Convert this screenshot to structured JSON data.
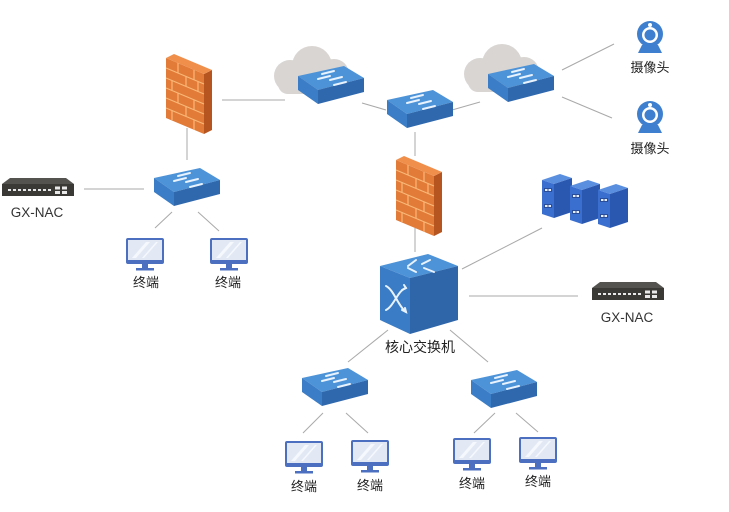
{
  "diagram": {
    "title": "",
    "colors": {
      "switch_top": "#4a8fd4",
      "switch_front": "#3a7cc4",
      "switch_side": "#2f66a8",
      "firewall": "#e07a3a",
      "firewall_mortar": "#f6b070",
      "cloud": "#d9d6d3",
      "line": "#a8a8a8",
      "camera": "#3f7fcf",
      "monitor_frame": "#4a6fbf",
      "monitor_screen": "#dde6f4",
      "nac_body": "#3c3b38",
      "server": "#3a6fd0"
    },
    "nodes": {
      "firewall_left": {
        "type": "firewall",
        "label": ""
      },
      "firewall_center": {
        "type": "firewall",
        "label": ""
      },
      "cloud_switch_1": {
        "type": "switch-in-cloud",
        "label": ""
      },
      "cloud_switch_2": {
        "type": "switch-in-cloud",
        "label": ""
      },
      "switch_top_center": {
        "type": "switch",
        "label": ""
      },
      "camera_1": {
        "type": "camera",
        "label": "摄像头"
      },
      "camera_2": {
        "type": "camera",
        "label": "摄像头"
      },
      "nac_left": {
        "type": "nac-appliance",
        "label": "GX-NAC"
      },
      "nac_right": {
        "type": "nac-appliance",
        "label": "GX-NAC"
      },
      "switch_left": {
        "type": "switch",
        "label": ""
      },
      "terminal_l1": {
        "type": "terminal",
        "label": "终端"
      },
      "terminal_l2": {
        "type": "terminal",
        "label": "终端"
      },
      "server_cluster": {
        "type": "server-cluster",
        "label": ""
      },
      "core_switch": {
        "type": "core-switch",
        "label": "核心交换机"
      },
      "switch_bottom_left": {
        "type": "switch",
        "label": ""
      },
      "switch_bottom_right": {
        "type": "switch",
        "label": ""
      },
      "terminal_b1": {
        "type": "terminal",
        "label": "终端"
      },
      "terminal_b2": {
        "type": "terminal",
        "label": "终端"
      },
      "terminal_b3": {
        "type": "terminal",
        "label": "终端"
      },
      "terminal_b4": {
        "type": "terminal",
        "label": "终端"
      }
    },
    "edges": [
      [
        "firewall_left",
        "cloud_switch_1"
      ],
      [
        "cloud_switch_1",
        "switch_top_center"
      ],
      [
        "switch_top_center",
        "cloud_switch_2"
      ],
      [
        "cloud_switch_2",
        "camera_1"
      ],
      [
        "cloud_switch_2",
        "camera_2"
      ],
      [
        "firewall_left",
        "switch_left"
      ],
      [
        "nac_left",
        "switch_left"
      ],
      [
        "switch_left",
        "terminal_l1"
      ],
      [
        "switch_left",
        "terminal_l2"
      ],
      [
        "switch_top_center",
        "firewall_center"
      ],
      [
        "firewall_center",
        "core_switch"
      ],
      [
        "core_switch",
        "server_cluster"
      ],
      [
        "core_switch",
        "nac_right"
      ],
      [
        "core_switch",
        "switch_bottom_left"
      ],
      [
        "core_switch",
        "switch_bottom_right"
      ],
      [
        "switch_bottom_left",
        "terminal_b1"
      ],
      [
        "switch_bottom_left",
        "terminal_b2"
      ],
      [
        "switch_bottom_right",
        "terminal_b3"
      ],
      [
        "switch_bottom_right",
        "terminal_b4"
      ]
    ]
  }
}
